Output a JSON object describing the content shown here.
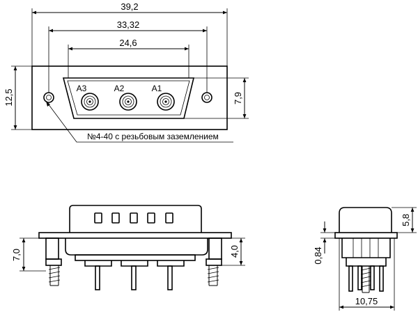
{
  "front_view": {
    "dims": {
      "overall_width": "39,2",
      "mount_hole_spacing": "33,32",
      "shell_width": "24,6",
      "flange_height": "12,5",
      "shell_height": "7,9"
    },
    "contacts": [
      "A3",
      "A2",
      "A1"
    ],
    "note": "№4-40 с резьбовым заземлением"
  },
  "side_view": {
    "dims": {
      "mount_height": "7,0",
      "pin_length": "4,0"
    }
  },
  "end_view": {
    "dims": {
      "top_height": "5,8",
      "flange_thickness": "0,84",
      "width": "10,75"
    }
  }
}
